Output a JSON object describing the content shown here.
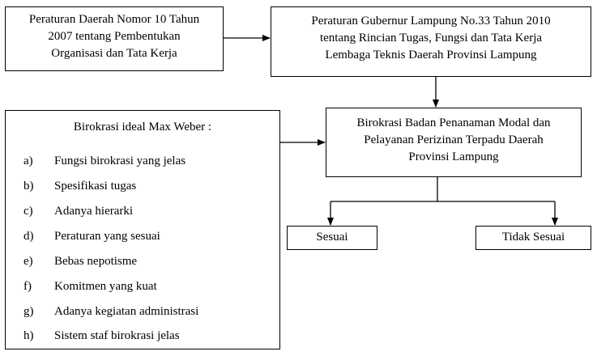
{
  "boxes": {
    "perda": {
      "lines": [
        "Peraturan Daerah Nomor 10 Tahun",
        "2007 tentang Pembentukan",
        "Organisasi dan Tata Kerja"
      ]
    },
    "pergub": {
      "lines": [
        "Peraturan Gubernur Lampung No.33 Tahun 2010",
        "tentang Rincian Tugas, Fungsi dan Tata Kerja",
        "Lembaga Teknis Daerah Provinsi Lampung"
      ]
    },
    "bpm": {
      "lines": [
        "Birokrasi Badan Penanaman Modal dan",
        "Pelayanan Perizinan Terpadu Daerah",
        "Provinsi Lampung"
      ]
    },
    "sesuai": {
      "label": "Sesuai"
    },
    "tidak_sesuai": {
      "label": "Tidak Sesuai"
    },
    "weber": {
      "title": "Birokrasi ideal Max Weber :",
      "items": [
        {
          "letter": "a)",
          "text": "Fungsi birokrasi yang jelas"
        },
        {
          "letter": "b)",
          "text": "Spesifikasi tugas"
        },
        {
          "letter": "c)",
          "text": "Adanya hierarki"
        },
        {
          "letter": "d)",
          "text": "Peraturan yang sesuai"
        },
        {
          "letter": "e)",
          "text": "Bebas nepotisme"
        },
        {
          "letter": "f)",
          "text": "Komitmen yang kuat"
        },
        {
          "letter": "g)",
          "text": "Adanya kegiatan administrasi"
        },
        {
          "letter": "h)",
          "text": "Sistem staf birokrasi jelas"
        }
      ]
    }
  },
  "colors": {
    "stroke": "#000000",
    "background": "#ffffff"
  }
}
